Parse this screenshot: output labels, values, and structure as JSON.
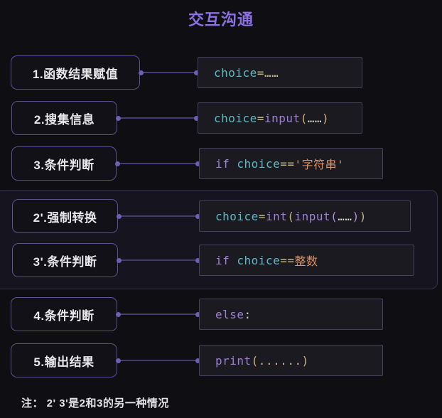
{
  "title": "交互沟通",
  "note": "注： 2' 3'是2和3的另一种情况",
  "colors": {
    "title_purple": "#8b72e0",
    "teal": "#5fb9c5",
    "purple": "#9e80d8",
    "purple_inner": "#b18fd8",
    "gold": "#cfb380",
    "khaki": "#cbbc8a",
    "orange": "#d9926a",
    "light": "#d6d4cf"
  },
  "rows": [
    {
      "id": "r0",
      "step": "1.函数结果赋值",
      "code": [
        {
          "t": "choice",
          "c": "teal"
        },
        {
          "t": "=",
          "c": "khaki"
        },
        {
          "t": "……",
          "c": "khaki"
        }
      ]
    },
    {
      "id": "r1",
      "step": "2.搜集信息",
      "code": [
        {
          "t": "choice",
          "c": "teal"
        },
        {
          "t": "=",
          "c": "khaki"
        },
        {
          "t": "input",
          "c": "purple"
        },
        {
          "t": "(",
          "c": "gold"
        },
        {
          "t": "……",
          "c": "light"
        },
        {
          "t": ")",
          "c": "gold"
        }
      ]
    },
    {
      "id": "r2",
      "step": "3.条件判断",
      "code": [
        {
          "t": "if ",
          "c": "purple"
        },
        {
          "t": "choice",
          "c": "teal"
        },
        {
          "t": "==",
          "c": "khaki"
        },
        {
          "t": "'字符串'",
          "c": "orange"
        }
      ]
    },
    {
      "id": "r3",
      "step": "2'.强制转换",
      "code": [
        {
          "t": "choice",
          "c": "teal"
        },
        {
          "t": "=",
          "c": "khaki"
        },
        {
          "t": "int",
          "c": "purple"
        },
        {
          "t": "(",
          "c": "gold"
        },
        {
          "t": "input",
          "c": "purple"
        },
        {
          "t": "(",
          "c": "purple_inner"
        },
        {
          "t": "……",
          "c": "light"
        },
        {
          "t": ")",
          "c": "purple_inner"
        },
        {
          "t": ")",
          "c": "gold"
        }
      ]
    },
    {
      "id": "r4",
      "step": "3'.条件判断",
      "code": [
        {
          "t": "if ",
          "c": "purple"
        },
        {
          "t": "choice",
          "c": "teal"
        },
        {
          "t": "==",
          "c": "khaki"
        },
        {
          "t": "整数",
          "c": "orange"
        }
      ]
    },
    {
      "id": "r5",
      "step": "4.条件判断",
      "code": [
        {
          "t": "else",
          "c": "purple"
        },
        {
          "t": ":",
          "c": "light"
        }
      ]
    },
    {
      "id": "r6",
      "step": "5.输出结果",
      "code": [
        {
          "t": "print",
          "c": "purple"
        },
        {
          "t": "(......)",
          "c": "gold"
        }
      ]
    }
  ]
}
